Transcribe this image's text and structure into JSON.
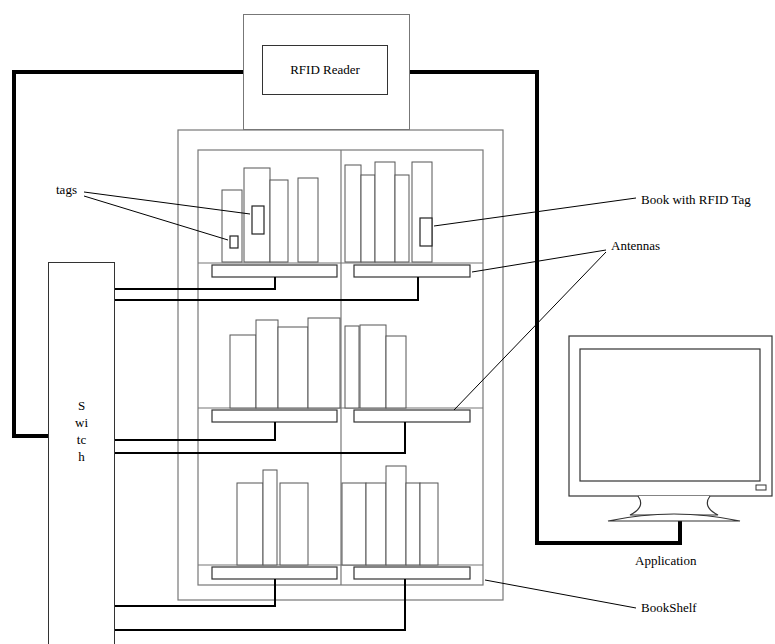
{
  "diagram": {
    "nodes": [
      {
        "text": [
          "RFID Reader"
        ]
      },
      {
        "text": [
          "Switch"
        ]
      },
      {
        "text": [
          "Application"
        ]
      }
    ],
    "edges": [
      {
        "from": 0,
        "to": 1,
        "arrow": "none"
      },
      {
        "from": 0,
        "to": 2,
        "arrow": "none"
      }
    ],
    "labels": [
      "tags",
      "Book with RFID Tag",
      "Antennas",
      "BookShelf"
    ]
  }
}
